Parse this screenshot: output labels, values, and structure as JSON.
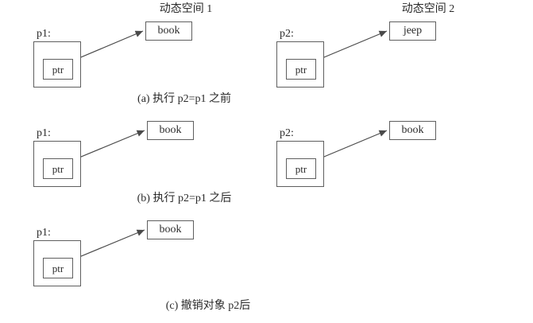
{
  "diagram": {
    "panel_a": {
      "caption": "(a) 执行 p2=p1 之前",
      "space1_label": "动态空间 1",
      "space2_label": "动态空间 2",
      "p1_label": "p1:",
      "p2_label": "p2:",
      "p1_member_label": "ptr",
      "p2_member_label": "ptr",
      "space1_value": "book",
      "space2_value": "jeep"
    },
    "panel_b": {
      "caption": "(b) 执行 p2=p1 之后",
      "p1_label": "p1:",
      "p2_label": "p2:",
      "p1_member_label": "ptr",
      "p2_member_label": "ptr",
      "p1_target_value": "book",
      "p2_target_value": "book"
    },
    "panel_c": {
      "caption": "(c) 撤销对象 p2后",
      "p1_label": "p1:",
      "p1_member_label": "ptr",
      "p1_target_value": "book"
    }
  }
}
